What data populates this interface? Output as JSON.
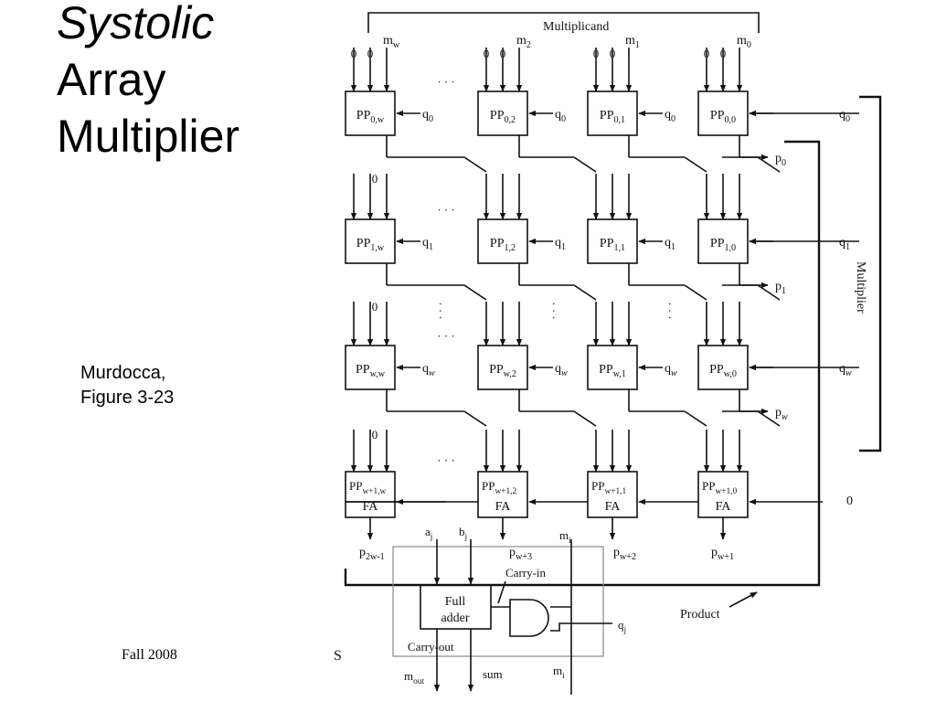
{
  "slide": {
    "title_line1": "Systolic",
    "title_line2": "Array",
    "title_line3": "Multiplier",
    "credit_line1": "Murdocca,",
    "credit_line2": "Figure 3-23",
    "footer_left": "Fall 2008",
    "footer_clip": "S"
  },
  "diagram": {
    "multiplicand_label": "Multiplicand",
    "multiplier_label": "Multiplier",
    "product_label": "Product",
    "ellipsis": "· · ·",
    "zero": "0",
    "m_inputs": [
      {
        "base": "m",
        "sub": "w"
      },
      {
        "base": "m",
        "sub": "2"
      },
      {
        "base": "m",
        "sub": "1"
      },
      {
        "base": "m",
        "sub": "0"
      }
    ],
    "rows": [
      {
        "cells": [
          {
            "base": "PP",
            "sub": "0,w"
          },
          {
            "base": "PP",
            "sub": "0,2"
          },
          {
            "base": "PP",
            "sub": "0,1"
          },
          {
            "base": "PP",
            "sub": "0,0"
          }
        ],
        "q_base": "q",
        "q_sub": "0",
        "q_italic": false,
        "out_base": "p",
        "out_sub": "0",
        "out_italic": false
      },
      {
        "cells": [
          {
            "base": "PP",
            "sub": "1,w"
          },
          {
            "base": "PP",
            "sub": "1,2"
          },
          {
            "base": "PP",
            "sub": "1,1"
          },
          {
            "base": "PP",
            "sub": "1,0"
          }
        ],
        "q_base": "q",
        "q_sub": "1",
        "q_italic": false,
        "out_base": "p",
        "out_sub": "1",
        "out_italic": false
      },
      {
        "cells": [
          {
            "base": "PP",
            "sub": "w,w"
          },
          {
            "base": "PP",
            "sub": "w,2"
          },
          {
            "base": "PP",
            "sub": "w,1"
          },
          {
            "base": "PP",
            "sub": "w,0"
          }
        ],
        "q_base": "q",
        "q_sub": "w",
        "q_italic": true,
        "out_base": "p",
        "out_sub": "w",
        "out_italic": true
      }
    ],
    "fa_row": {
      "cells": [
        {
          "base": "PP",
          "sub": "w+1,w"
        },
        {
          "base": "PP",
          "sub": "w+1,2"
        },
        {
          "base": "PP",
          "sub": "w+1,1"
        },
        {
          "base": "PP",
          "sub": "w+1,0"
        }
      ],
      "fa_label": "FA",
      "carry_in": "0",
      "outputs": [
        {
          "base": "p",
          "sub": "2w-1"
        },
        {
          "base": "p",
          "sub": "w+3"
        },
        {
          "base": "p",
          "sub": "w+2"
        },
        {
          "base": "p",
          "sub": "w+1"
        }
      ]
    },
    "detail": {
      "a_in": {
        "base": "a",
        "sub": "j"
      },
      "b_in": {
        "base": "b",
        "sub": "j"
      },
      "m_in": {
        "base": "m",
        "sub": "i"
      },
      "q_in": {
        "base": "q",
        "sub": "j"
      },
      "m_out": {
        "base": "m",
        "sub": "out"
      },
      "m_pass": {
        "base": "m",
        "sub": "i"
      },
      "sum": "sum",
      "carry_in": "Carry-in",
      "carry_out": "Carry-out",
      "full_adder_l1": "Full",
      "full_adder_l2": "adder"
    }
  }
}
